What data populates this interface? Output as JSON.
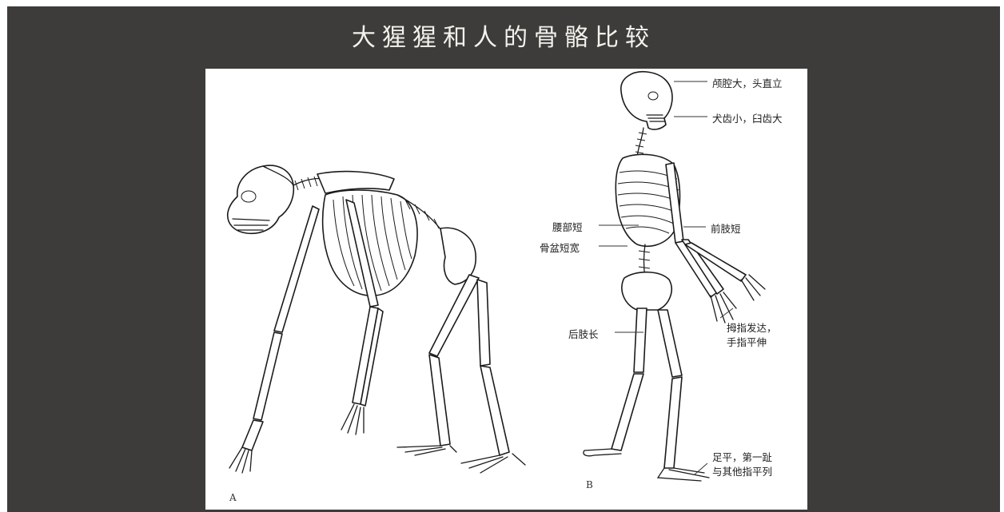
{
  "title": "大猩猩和人的骨骼比较",
  "figure": {
    "panel_a_label": "A",
    "panel_b_label": "B",
    "annotations": {
      "skull": "颅腔大，头直立",
      "teeth": "犬齿小，臼齿大",
      "waist": "腰部短",
      "forelimb": "前肢短",
      "pelvis": "骨盆短宽",
      "hindlimb": "后肢长",
      "thumb_line1": "拇指发达，",
      "thumb_line2": "手指平伸",
      "foot_line1": "足平，第一趾",
      "foot_line2": "与其他指平列"
    }
  }
}
